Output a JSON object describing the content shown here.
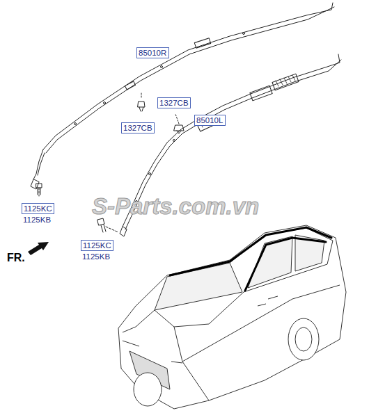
{
  "diagram": {
    "nodes": [
      {
        "text": [
          "85010R"
        ]
      },
      {
        "text": [
          "1327CB"
        ]
      },
      {
        "text": [
          "85010L"
        ]
      },
      {
        "text": [
          "1327CB"
        ]
      },
      {
        "text": [
          "1125KC"
        ]
      },
      {
        "text": [
          "1125KC"
        ]
      }
    ],
    "labels": [
      "1125KB",
      "1125KB",
      "FR.",
      "S-Parts.com.vn"
    ]
  }
}
